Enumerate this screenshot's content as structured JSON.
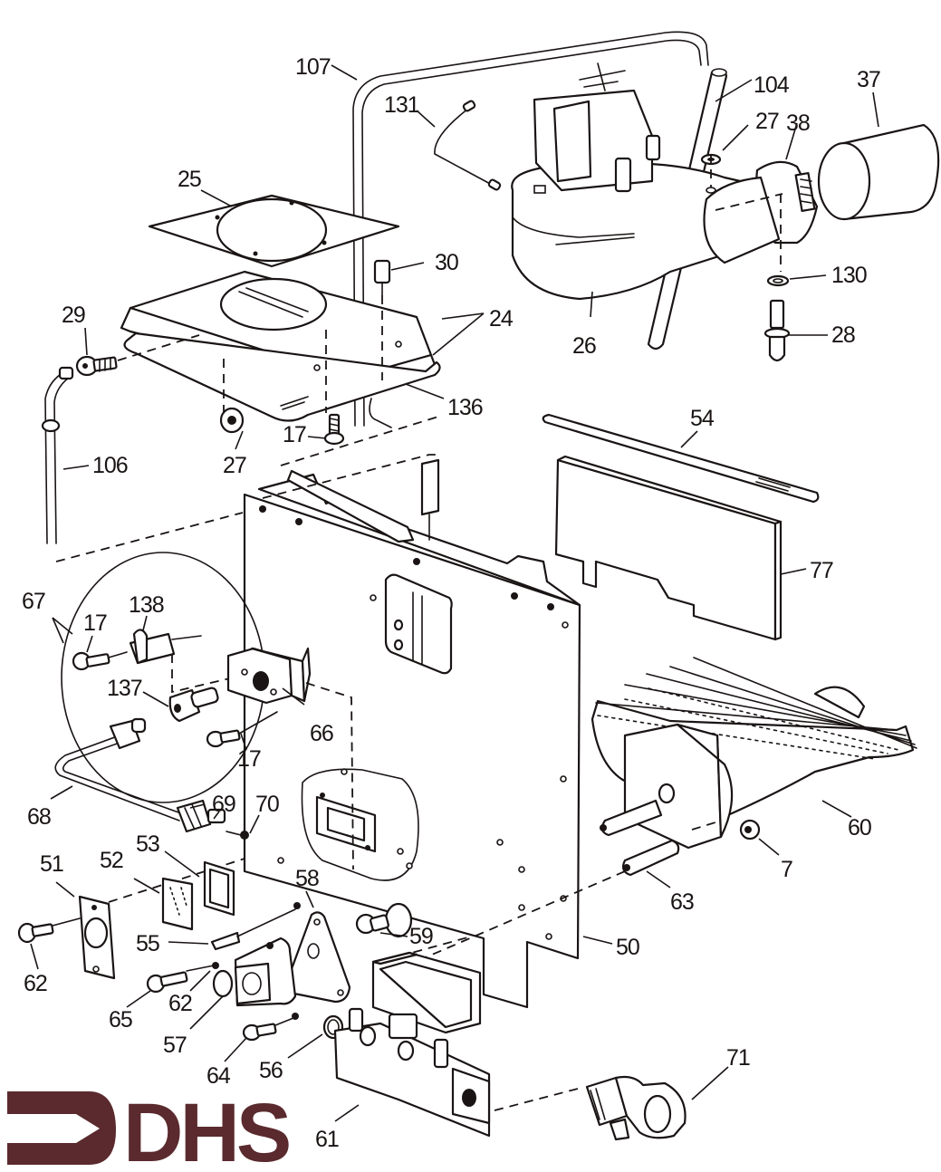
{
  "diagram": {
    "title": "Exploded parts diagram",
    "brand_color": "#5a2a2e",
    "line_color": "#1a1414",
    "logo": {
      "text": "DHS",
      "icon": "arrow-right-bracket-icon"
    },
    "callouts": [
      {
        "id": "c107",
        "label": "107"
      },
      {
        "id": "c131",
        "label": "131"
      },
      {
        "id": "c104",
        "label": "104"
      },
      {
        "id": "c37",
        "label": "37"
      },
      {
        "id": "c27a",
        "label": "27"
      },
      {
        "id": "c38",
        "label": "38"
      },
      {
        "id": "c25",
        "label": "25"
      },
      {
        "id": "c30",
        "label": "30"
      },
      {
        "id": "c130",
        "label": "130"
      },
      {
        "id": "c29",
        "label": "29"
      },
      {
        "id": "c24",
        "label": "24"
      },
      {
        "id": "c26",
        "label": "26"
      },
      {
        "id": "c28",
        "label": "28"
      },
      {
        "id": "c136",
        "label": "136"
      },
      {
        "id": "c17a",
        "label": "17"
      },
      {
        "id": "c27b",
        "label": "27"
      },
      {
        "id": "c106",
        "label": "106"
      },
      {
        "id": "c54",
        "label": "54"
      },
      {
        "id": "c77",
        "label": "77"
      },
      {
        "id": "c67",
        "label": "67"
      },
      {
        "id": "c17b",
        "label": "17"
      },
      {
        "id": "c138",
        "label": "138"
      },
      {
        "id": "c137",
        "label": "137"
      },
      {
        "id": "c66",
        "label": "66"
      },
      {
        "id": "c17c",
        "label": "17"
      },
      {
        "id": "c68",
        "label": "68"
      },
      {
        "id": "c69",
        "label": "69"
      },
      {
        "id": "c70",
        "label": "70"
      },
      {
        "id": "c60",
        "label": "60"
      },
      {
        "id": "c7",
        "label": "7"
      },
      {
        "id": "c51",
        "label": "51"
      },
      {
        "id": "c52",
        "label": "52"
      },
      {
        "id": "c53",
        "label": "53"
      },
      {
        "id": "c58",
        "label": "58"
      },
      {
        "id": "c63",
        "label": "63"
      },
      {
        "id": "c55",
        "label": "55"
      },
      {
        "id": "c59",
        "label": "59"
      },
      {
        "id": "c50",
        "label": "50"
      },
      {
        "id": "c62a",
        "label": "62"
      },
      {
        "id": "c65",
        "label": "65"
      },
      {
        "id": "c62b",
        "label": "62"
      },
      {
        "id": "c57",
        "label": "57"
      },
      {
        "id": "c64",
        "label": "64"
      },
      {
        "id": "c56",
        "label": "56"
      },
      {
        "id": "c71",
        "label": "71"
      },
      {
        "id": "c61",
        "label": "61"
      }
    ]
  }
}
